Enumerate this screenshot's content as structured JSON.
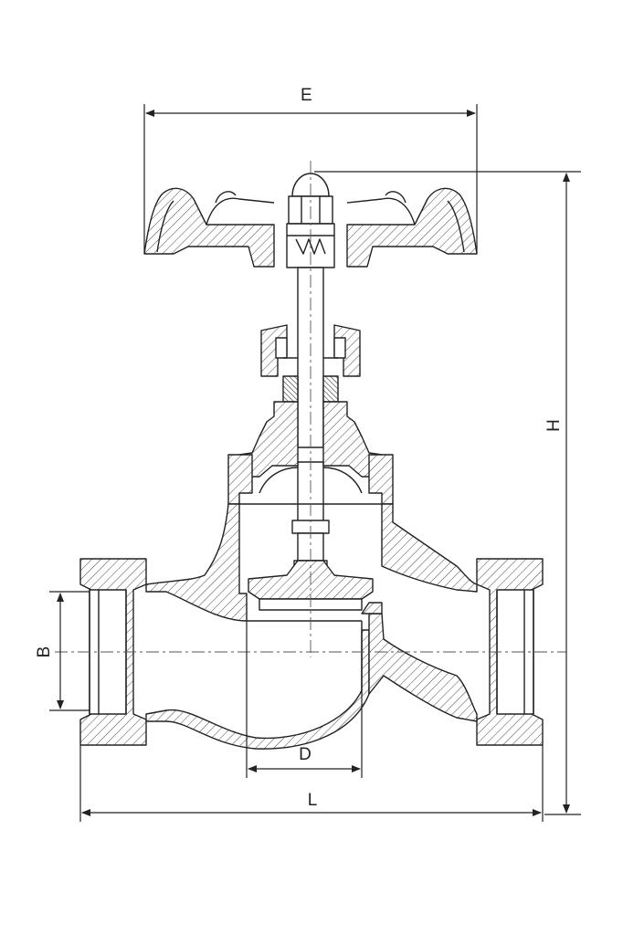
{
  "drawing": {
    "line_color": "#222222",
    "hatch_color": "#4a4a4a",
    "background": "#ffffff",
    "dimensions": {
      "handwheel_width": "E",
      "overall_height": "H",
      "thread_size": "B",
      "bore": "D",
      "face_to_face": "L"
    }
  }
}
